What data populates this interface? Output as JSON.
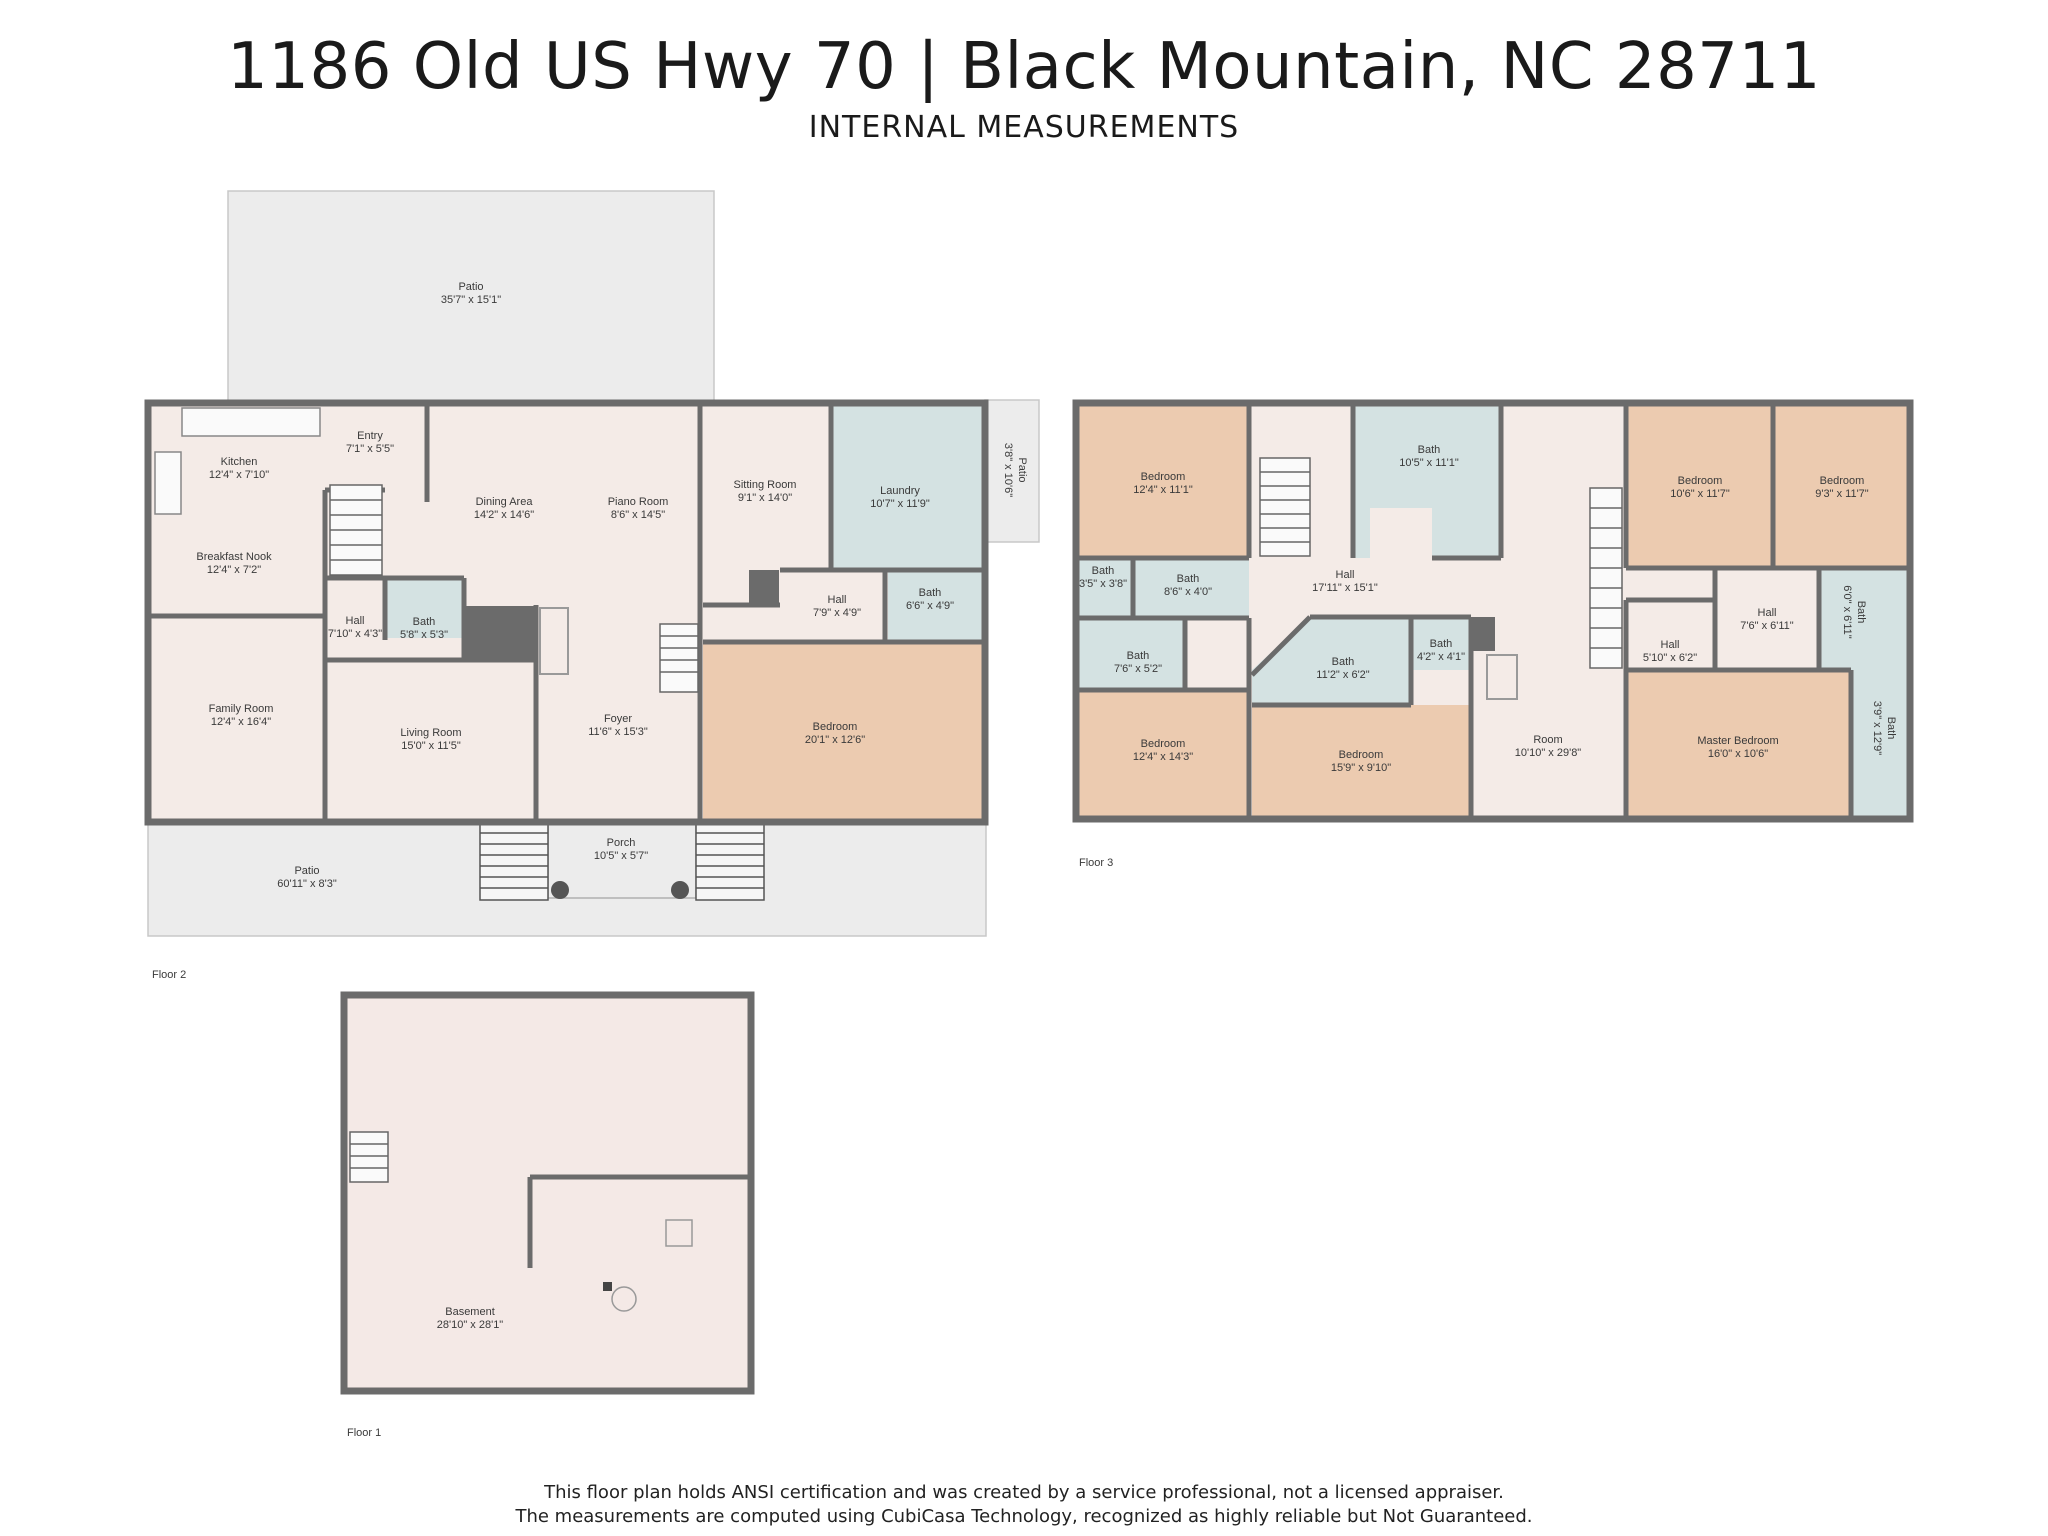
{
  "header": {
    "title": "1186 Old US Hwy 70 | Black Mountain, NC 28711",
    "subtitle": "INTERNAL MEASUREMENTS"
  },
  "colors": {
    "wall": "#6b6b6b",
    "room": "#f4ebe7",
    "bedroom": "#eccbb0",
    "bath": "#d4e2e2",
    "patio": "#ececec",
    "basement": "#f4e9e6"
  },
  "floor2": {
    "label": "Floor 2",
    "rooms": [
      {
        "name": "Patio",
        "size": "35'7\" x 15'1\""
      },
      {
        "name": "Kitchen",
        "size": "12'4\" x 7'10\""
      },
      {
        "name": "Entry",
        "size": "7'1\" x 5'5\""
      },
      {
        "name": "Dining Area",
        "size": "14'2\" x 14'6\""
      },
      {
        "name": "Piano Room",
        "size": "8'6\" x 14'5\""
      },
      {
        "name": "Sitting Room",
        "size": "9'1\" x 14'0\""
      },
      {
        "name": "Laundry",
        "size": "10'7\" x 11'9\""
      },
      {
        "name": "Patio",
        "size": "3'8\" x 10'6\""
      },
      {
        "name": "Breakfast Nook",
        "size": "12'4\" x 7'2\""
      },
      {
        "name": "Hall",
        "size": "7'10\" x 4'3\""
      },
      {
        "name": "Bath",
        "size": "5'8\" x 5'3\""
      },
      {
        "name": "Hall",
        "size": "7'9\" x 4'9\""
      },
      {
        "name": "Bath",
        "size": "6'6\" x 4'9\""
      },
      {
        "name": "Family Room",
        "size": "12'4\" x 16'4\""
      },
      {
        "name": "Living Room",
        "size": "15'0\" x 11'5\""
      },
      {
        "name": "Foyer",
        "size": "11'6\" x 15'3\""
      },
      {
        "name": "Bedroom",
        "size": "20'1\" x 12'6\""
      },
      {
        "name": "Porch",
        "size": "10'5\" x 5'7\""
      },
      {
        "name": "Patio",
        "size": "60'11\" x 8'3\""
      }
    ]
  },
  "floor3": {
    "label": "Floor 3",
    "rooms": [
      {
        "name": "Bedroom",
        "size": "12'4\" x 11'1\""
      },
      {
        "name": "Bath",
        "size": "10'5\" x 11'1\""
      },
      {
        "name": "Bedroom",
        "size": "10'6\" x 11'7\""
      },
      {
        "name": "Bedroom",
        "size": "9'3\" x 11'7\""
      },
      {
        "name": "Bath",
        "size": "3'5\" x 3'8\""
      },
      {
        "name": "Bath",
        "size": "8'6\" x 4'0\""
      },
      {
        "name": "Hall",
        "size": "17'11\" x 15'1\""
      },
      {
        "name": "Hall",
        "size": "7'6\" x 6'11\""
      },
      {
        "name": "Bath",
        "size": "6'0\" x 6'11\""
      },
      {
        "name": "Bath",
        "size": "7'6\" x 5'2\""
      },
      {
        "name": "Bath",
        "size": "11'2\" x 6'2\""
      },
      {
        "name": "Bath",
        "size": "4'2\" x 4'1\""
      },
      {
        "name": "Hall",
        "size": "5'10\" x 6'2\""
      },
      {
        "name": "Bath",
        "size": "3'9\" x 12'9\""
      },
      {
        "name": "Bedroom",
        "size": "12'4\" x 14'3\""
      },
      {
        "name": "Bedroom",
        "size": "15'9\" x 9'10\""
      },
      {
        "name": "Room",
        "size": "10'10\" x 29'8\""
      },
      {
        "name": "Master Bedroom",
        "size": "16'0\" x 10'6\""
      }
    ]
  },
  "floor1": {
    "label": "Floor 1",
    "rooms": [
      {
        "name": "Basement",
        "size": "28'10\" x 28'1\""
      }
    ]
  },
  "footer": {
    "line1": "This floor plan holds ANSI certification and was created by a service professional, not a licensed appraiser.",
    "line2": "The measurements are computed using CubiCasa Technology, recognized as highly reliable but Not Guaranteed."
  }
}
